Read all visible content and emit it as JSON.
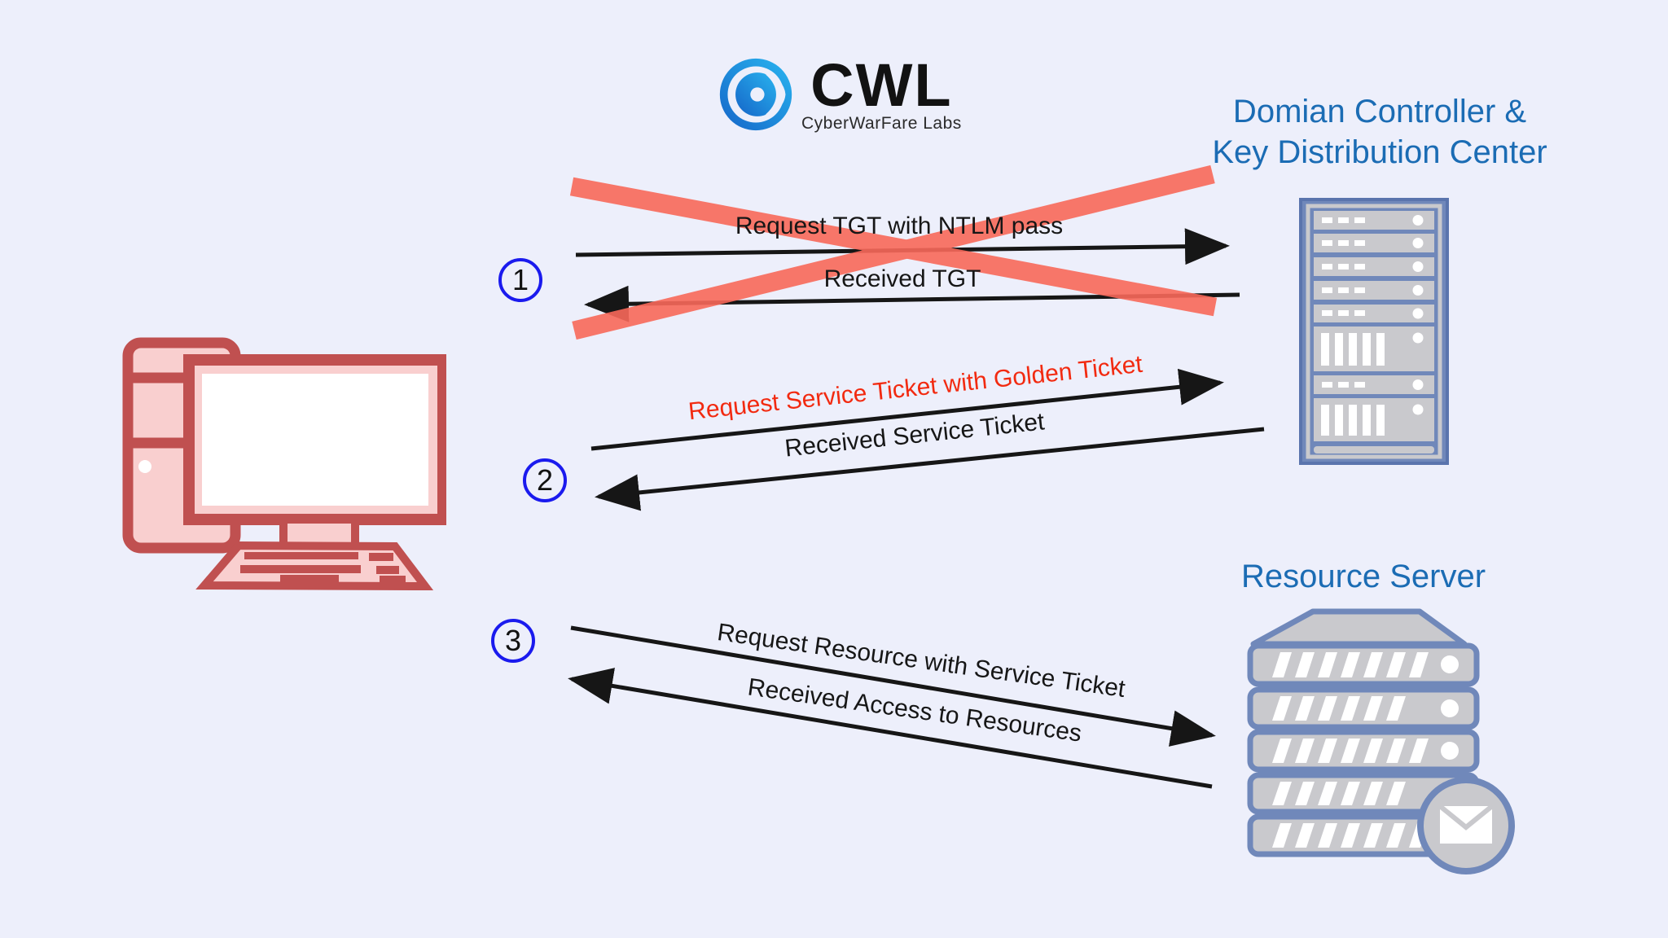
{
  "logo": {
    "text": "CWL",
    "subtext": "CyberWarFare Labs"
  },
  "titles": {
    "domain_controller": {
      "line1": "Domian Controller &",
      "line2": "Key Distribution Center"
    },
    "resource_server": {
      "label": "Resource Server"
    }
  },
  "steps": [
    {
      "number": "1"
    },
    {
      "number": "2"
    },
    {
      "number": "3"
    }
  ],
  "messages": {
    "request_tgt": {
      "label": "Request TGT with NTLM pass",
      "color": "#161616",
      "crossed_out": true
    },
    "received_tgt": {
      "label": "Received TGT",
      "color": "#161616",
      "crossed_out": true
    },
    "request_st": {
      "label": "Request Service Ticket with Golden Ticket",
      "color": "#f22a10"
    },
    "received_st": {
      "label": "Received Service Ticket",
      "color": "#161616"
    },
    "request_res": {
      "label": "Request Resource with Service Ticket",
      "color": "#161616"
    },
    "received_access": {
      "label": "Received Access to Resources",
      "color": "#161616"
    }
  },
  "colors": {
    "background": "#edeffb",
    "title_blue": "#1b6cb4",
    "step_circle_blue": "#1a1aee",
    "cross_red": "#f9695a",
    "highlight_red": "#f22a10",
    "arrow_black": "#161616",
    "computer_outline_red": "#c05050",
    "computer_fill_pink": "#f9cfcf",
    "server_frame_blue": "#7088ba",
    "server_fill_gray": "#c9c9cd",
    "logo_blue": "#1e9be0"
  }
}
